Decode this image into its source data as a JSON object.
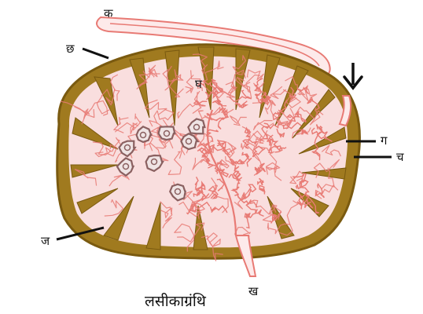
{
  "figure": {
    "caption": "लसीकाग्रंथि",
    "labels": {
      "ka": "क",
      "kha": "ख",
      "ga": "ग",
      "gha": "घ",
      "cha": "च",
      "chha": "छ",
      "ja": "ज"
    }
  },
  "colors": {
    "capsule": "#a07a1f",
    "capsule_edge": "#7a5a10",
    "tissue_fill": "#f9dede",
    "vessel": "#e87a74",
    "follicle": "#8a6060",
    "leader": "#111111"
  }
}
